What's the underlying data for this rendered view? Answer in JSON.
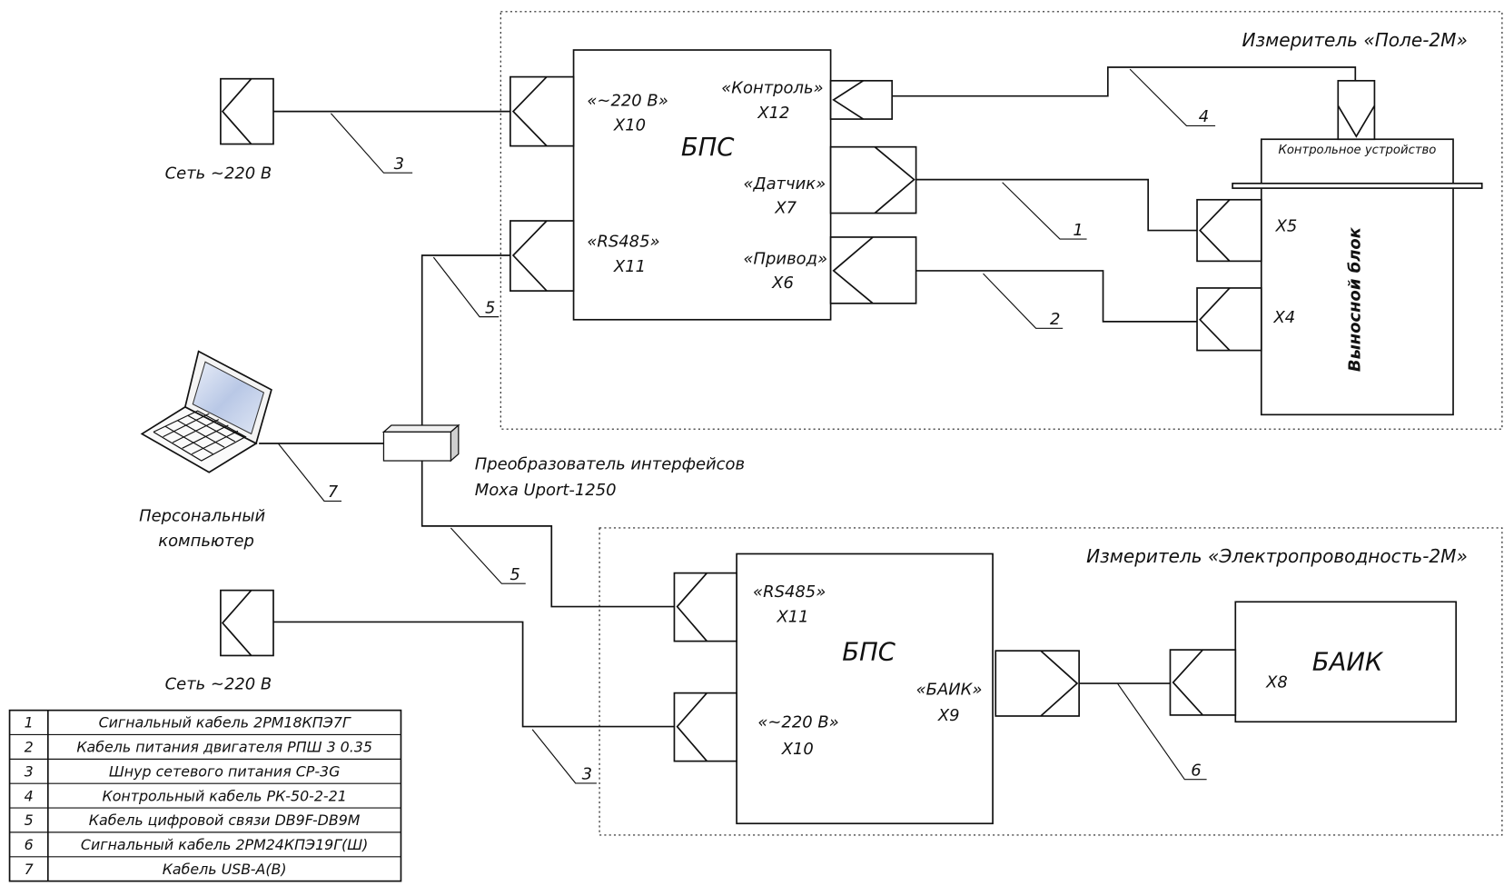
{
  "power_top": {
    "label": "Сеть ~220 В"
  },
  "power_bottom": {
    "label": "Сеть ~220 В"
  },
  "pc": {
    "label_line1": "Персональный",
    "label_line2": "компьютер"
  },
  "converter": {
    "line1": "Преобразователь интерфейсов",
    "line2": "Moxa Uport-1250"
  },
  "meter_pole": {
    "title": "Измеритель «Поле-2М»",
    "bps": {
      "title": "БПС",
      "x10": {
        "name": "«~220 В»",
        "id": "X10"
      },
      "x11": {
        "name": "«RS485»",
        "id": "X11"
      },
      "x12": {
        "name": "«Контроль»",
        "id": "X12"
      },
      "x7": {
        "name": "«Датчик»",
        "id": "X7"
      },
      "x6": {
        "name": "«Привод»",
        "id": "X6"
      }
    },
    "control_device": "Контрольное устройство",
    "remote_unit": {
      "title": "Выносной блок",
      "x5": "X5",
      "x4": "X4"
    }
  },
  "meter_cond": {
    "title": "Измеритель «Электропроводность-2М»",
    "bps": {
      "title": "БПС",
      "x11": {
        "name": "«RS485»",
        "id": "X11"
      },
      "x10": {
        "name": "«~220 В»",
        "id": "X10"
      },
      "x9": {
        "name": "«БАИК»",
        "id": "X9"
      }
    },
    "baik": {
      "title": "БАИК",
      "x8": "X8"
    }
  },
  "cable_markers": {
    "power_top": "3",
    "control": "4",
    "sensor": "1",
    "drive": "2",
    "rs485_top": "5",
    "usb": "7",
    "rs485_bottom": "5",
    "power_bottom": "3",
    "baik": "6"
  },
  "legend": [
    {
      "num": "1",
      "text": "Сигнальный кабель 2РМ18КПЭ7Г"
    },
    {
      "num": "2",
      "text": "Кабель питания двигателя РПШ 3 0.35"
    },
    {
      "num": "3",
      "text": "Шнур сетевого питания СР-3G"
    },
    {
      "num": "4",
      "text": "Контрольный кабель РК-50-2-21"
    },
    {
      "num": "5",
      "text": "Кабель цифровой связи DB9F-DB9M"
    },
    {
      "num": "6",
      "text": "Сигнальный кабель 2РМ24КПЭ19Г(Ш)"
    },
    {
      "num": "7",
      "text": "Кабель USB-A(B)"
    }
  ]
}
